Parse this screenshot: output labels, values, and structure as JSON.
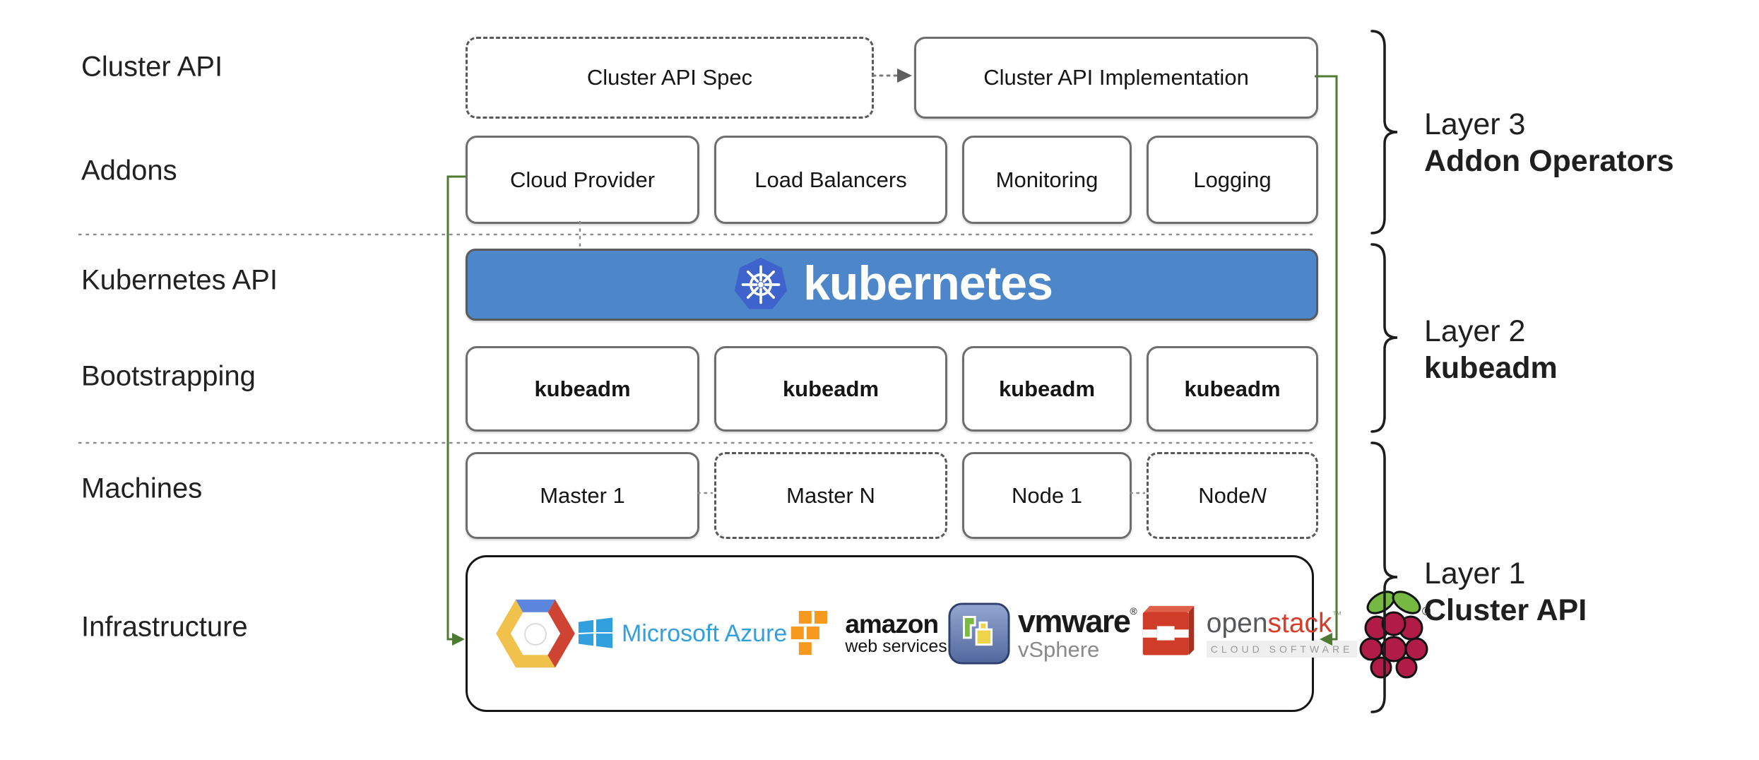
{
  "colors": {
    "accent_green": "#4e7b31",
    "banner_blue": "#4e87c9",
    "k8s_logo_blue": "#3f63cd",
    "box_border": "#6e6e6e",
    "text_dark": "#212121",
    "azure_blue": "#31a0dc",
    "aws_orange": "#f7981f",
    "openstack_red": "#cf3c27",
    "vmware_green": "#7cb944",
    "vmware_yellow": "#ecd54a",
    "rpi_crimson": "#b01c47",
    "rpi_leaf_green": "#75b943",
    "gcp_blue": "#5c85de",
    "gcp_red": "#cf4332",
    "gcp_yellow": "#f0c24b"
  },
  "rows": {
    "labels": [
      "Cluster API",
      "Addons",
      "Kubernetes API",
      "Bootstrapping",
      "Machines",
      "Infrastructure"
    ]
  },
  "top_row": {
    "spec": "Cluster API Spec",
    "implementation": "Cluster API Implementation"
  },
  "addons": {
    "items": [
      "Cloud Provider",
      "Load Balancers",
      "Monitoring",
      "Logging"
    ]
  },
  "banner": {
    "text": "kubernetes"
  },
  "bootstrapping": {
    "items": [
      "kubeadm",
      "kubeadm",
      "kubeadm",
      "kubeadm"
    ]
  },
  "machines": {
    "items": [
      {
        "prefix": "Master 1",
        "suffix": ""
      },
      {
        "prefix": "Master N",
        "suffix": ""
      },
      {
        "prefix": "Node 1",
        "suffix": ""
      },
      {
        "prefix": "Node ",
        "suffix": "N"
      }
    ]
  },
  "infrastructure": {
    "azure": {
      "label": "Microsoft Azure"
    },
    "aws": {
      "line1": "amazon",
      "line2": "web services"
    },
    "vmware": {
      "brand": "vmware",
      "reg": "®",
      "product": "vSphere"
    },
    "openstack": {
      "part1": "open",
      "part2": "stack",
      "tm": "™",
      "tagline": "CLOUD SOFTWARE"
    },
    "rpi": {
      "reg": "®"
    }
  },
  "layers": [
    {
      "title": "Layer 3",
      "subtitle": "Addon Operators"
    },
    {
      "title": "Layer 2",
      "subtitle": "kubeadm"
    },
    {
      "title": "Layer 1",
      "subtitle": "Cluster API"
    }
  ]
}
